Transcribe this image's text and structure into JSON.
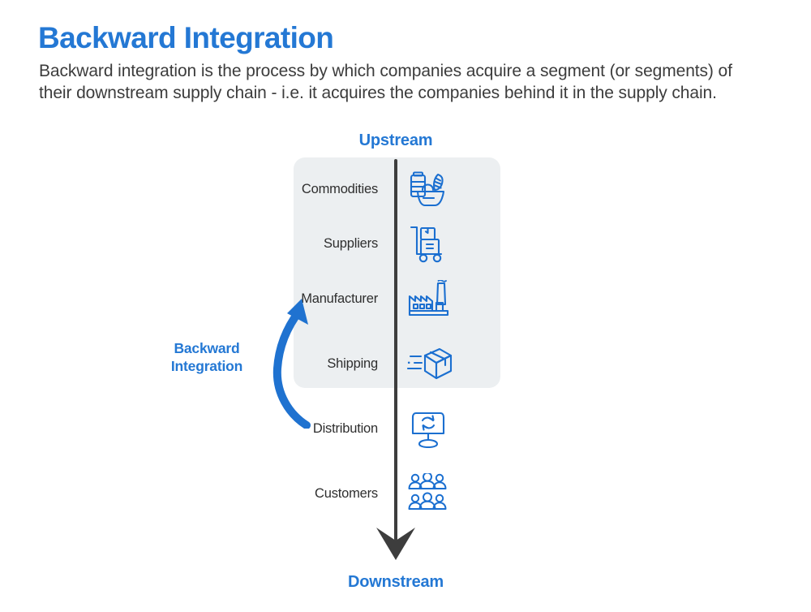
{
  "header": {
    "title": "Backward Integration",
    "description": "Backward integration is the process by which companies acquire a segment (or segments) of their downstream supply chain - i.e. it acquires the companies behind it in the supply chain."
  },
  "diagram": {
    "upstream_label": "Upstream",
    "downstream_label": "Downstream",
    "callout": {
      "line1": "Backward",
      "line2": "Integration"
    },
    "stages": [
      {
        "label": "Commodities",
        "icon": "oil-barrel-corn-sack-icon",
        "highlighted": true
      },
      {
        "label": "Suppliers",
        "icon": "hand-truck-boxes-icon",
        "highlighted": true
      },
      {
        "label": "Manufacturer",
        "icon": "factory-icon",
        "highlighted": true
      },
      {
        "label": "Shipping",
        "icon": "flying-package-icon",
        "highlighted": true
      },
      {
        "label": "Distribution",
        "icon": "monitor-refresh-icon",
        "highlighted": false
      },
      {
        "label": "Customers",
        "icon": "people-group-icon",
        "highlighted": false
      }
    ],
    "colors": {
      "accent_blue": "#2478d4",
      "icon_blue": "#1b6fd0",
      "axis_dark": "#3d3d3d",
      "panel_gray": "#eceff1",
      "text_dark": "#2e2e2e"
    }
  }
}
